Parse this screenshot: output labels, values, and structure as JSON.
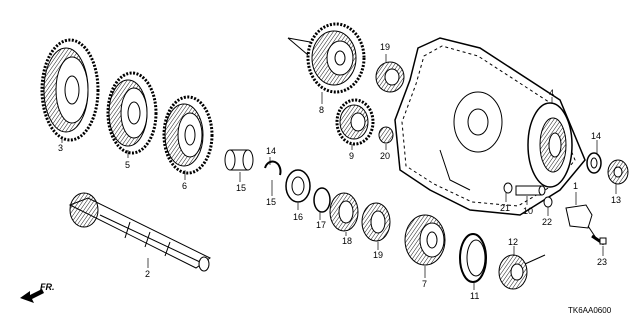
{
  "diagram": {
    "code": "TK6AA0600",
    "direction_label": "FR.",
    "callouts": [
      "1",
      "2",
      "3",
      "4",
      "5",
      "6",
      "7",
      "8",
      "9",
      "10",
      "11",
      "12",
      "13",
      "14",
      "15",
      "15",
      "16",
      "17",
      "18",
      "19",
      "19",
      "20",
      "21",
      "22",
      "22",
      "23"
    ]
  }
}
